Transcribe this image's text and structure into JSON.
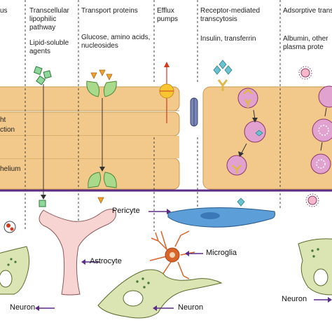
{
  "columns": [
    {
      "id": "c0",
      "header": "us",
      "sublabel": ""
    },
    {
      "id": "c1",
      "header": "Transcellular lipophilic pathway",
      "sublabel": "Lipid-soluble agents"
    },
    {
      "id": "c2",
      "header": "Transport proteins",
      "sublabel": "Glucose, amino acids, nucleosides"
    },
    {
      "id": "c3",
      "header": "Efflux pumps",
      "sublabel": ""
    },
    {
      "id": "c4",
      "header": "Receptor-mediated transcytosis",
      "sublabel": "Insulin, transferrin"
    },
    {
      "id": "c5",
      "header": "Adsorptive transcytosis",
      "sublabel": "Albumin, other plasma prote"
    }
  ],
  "layer_labels": {
    "junction_line1": "ht",
    "junction_line2": "ction",
    "endothelium": "helium"
  },
  "cells": {
    "pericyte": "Pericyte",
    "astrocyte": "Astrocyte",
    "microglia": "Microglia",
    "neuron_left": "Neuron",
    "neuron_center": "Neuron",
    "neuron_right": "Neuron"
  },
  "colors": {
    "endothelium_fill": "#f2c98a",
    "endothelium_stroke": "#c79a52",
    "basement_membrane": "#5b2d86",
    "vesicle": "#e2a2cf",
    "astrocyte": "#f7d4d2",
    "pericyte": "#5b9ed8",
    "neuron": "#dbe5b3",
    "microglia": "#d8642a",
    "arrow": "#5b2d86",
    "efflux_pump": "#f7c531",
    "lipid_agent": "#8fd79a",
    "transporter": "#a9d98a",
    "transported_molecule": "#f2a12b",
    "receptor": "#e2b74a",
    "insulin_ligand": "#6bc2cf"
  }
}
